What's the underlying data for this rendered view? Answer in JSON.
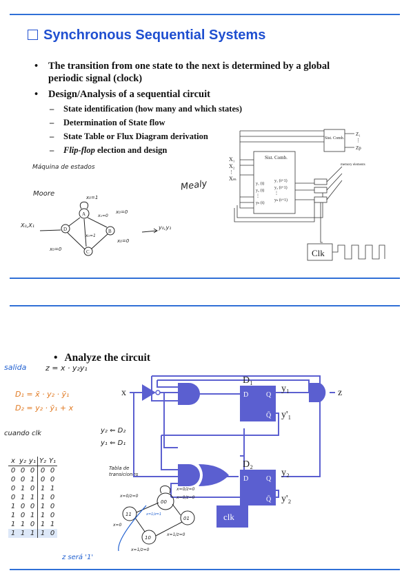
{
  "slide1": {
    "title": "Synchronous Sequential Systems",
    "bullets": [
      "The transition from one state to the next is determined by a global periodic signal (clock)",
      "Design/Analysis of a sequential circuit"
    ],
    "sub_items": [
      "State identification (how many and which states)",
      "Determination of State flow",
      "State Table or Flux Diagram derivation",
      "election and design"
    ],
    "sub_item_emph": "Flip-flop",
    "handwriting": {
      "maquina": "Máquina de estados",
      "moore": "Moore",
      "mealy": "Mealy",
      "input": "X₀,X₁",
      "output": "y₀,y₁",
      "t1": "x₀=1",
      "t2": "x₀=0",
      "t3": "x₁=0",
      "t4": "x₀=1",
      "t5": "x₀=0",
      "t6": "x₀=0",
      "state_a": "A",
      "state_b": "B",
      "state_c": "C",
      "state_d": "D"
    },
    "diagram": {
      "inputs": [
        "X₁",
        "X₂",
        "⋮",
        "Xₘ"
      ],
      "sist_comb": "Sist. Comb.",
      "sist_comb2": "Sist. Comb.",
      "y_inputs": [
        "y₁ (t)",
        "y₂ (t)",
        "⋮",
        "yₙ (t)"
      ],
      "y_outputs": [
        "y₁ (t+1)",
        "y₂ (t+1)",
        "⋮",
        "yₙ (t+1)"
      ],
      "z_outputs": [
        "Z₁",
        "⋮",
        "Zp"
      ],
      "memory": "memory elements",
      "clk": "Clk"
    }
  },
  "slide2": {
    "bullet": "Analyze the circuit",
    "circuit": {
      "x": "x",
      "z": "z",
      "d1": "D₁",
      "d2": "D₂",
      "y1": "y₁",
      "y1n": "y'₁",
      "y2": "y₂",
      "y2n": "y'₂",
      "d": "D",
      "q": "Q",
      "qbar": "Q̄",
      "clk": "clk"
    },
    "handwriting": {
      "salida": "salida",
      "z_eq": "z = x · y₂y₁",
      "d1_eq": "D₁ = x̄ · y₂ · ȳ₁",
      "d2_eq": "D₂ = y₂ · ȳ₁ + x",
      "cuando": "cuando clk",
      "y2_assign": "y₂ ⇐ D₂",
      "y1_assign": "y₁ ⇐ D₁",
      "tabla": "Tabla de transiciones",
      "sera": "z será '1'",
      "tr1": "x=0/z=0",
      "tr2": "x=0/z=0",
      "tr3": "x=0/z=0",
      "tr4": "x=1/z=0",
      "tr5": "x=1/z=0",
      "tr6": "x=1/z=1",
      "tr7": "x=0",
      "s00": "00",
      "s01": "01",
      "s10": "10",
      "s11": "11"
    },
    "table": {
      "headers": [
        "x",
        "y₂",
        "y₁",
        "Y₂",
        "Y₁"
      ],
      "rows": [
        [
          "0",
          "0",
          "0",
          "0",
          "0"
        ],
        [
          "0",
          "0",
          "1",
          "0",
          "0"
        ],
        [
          "0",
          "1",
          "0",
          "1",
          "1"
        ],
        [
          "0",
          "1",
          "1",
          "1",
          "0"
        ],
        [
          "1",
          "0",
          "0",
          "1",
          "0"
        ],
        [
          "1",
          "0",
          "1",
          "1",
          "0"
        ],
        [
          "1",
          "1",
          "0",
          "1",
          "1"
        ],
        [
          "1",
          "1",
          "1",
          "1",
          "0"
        ]
      ]
    }
  }
}
